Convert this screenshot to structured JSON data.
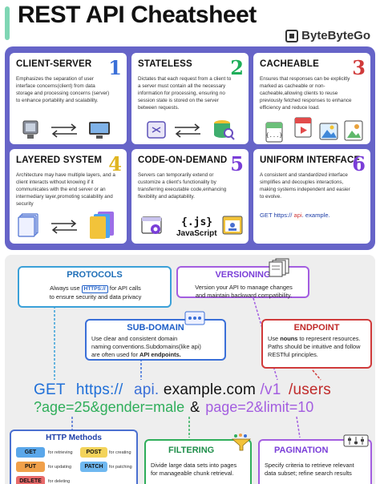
{
  "header": {
    "title": "REST API Cheatsheet",
    "brand": "ByteByteGo"
  },
  "cards": [
    {
      "title": "CLIENT-SERVER",
      "number": "1",
      "color": "#3a6fd8",
      "text": "Emphasizes the separation of user interface concerns(client) from data storage and processing concerns (server) to enhance portability and scalability."
    },
    {
      "title": "STATELESS",
      "number": "2",
      "color": "#1fae5a",
      "text": "Dictates that each request from a client to a server must contain all the necessary information for processing, ensuring no session state is stored on the server between requests."
    },
    {
      "title": "CACHEABLE",
      "number": "3",
      "color": "#d03a3a",
      "text": "Ensures that responses can be explicitly marked as cacheable or non-cacheable,allowing clients to reuse previously fetched responses to enhance efficiency and reduce load."
    },
    {
      "title": "LAYERED SYSTEM",
      "number": "4",
      "color": "#e0b521",
      "text": "Architecture may have multiple layers, and a client interacts without knowing if it communicates with the end server or an intermediary layer,promoting scalability and security"
    },
    {
      "title": "CODE-ON-DEMAND",
      "number": "5",
      "color": "#7a3ed8",
      "text": "Servers can temporarily extend or customize a client's functionality by transferring executable code,enhancing flexibility and adaptability."
    },
    {
      "title": "UNIFORM INTERFACE",
      "number": "6",
      "color": "#7a3ed8",
      "text": "A consistent and standardized interface simplifies and decouples interactions, making systems independent and easier to evolve."
    }
  ],
  "code_demand": {
    "js_badge": "{.js}",
    "js_label": "JavaScript"
  },
  "uniform_example": {
    "prefix": "GET https:// ",
    "api": "api",
    "suffix": ". example."
  },
  "protocols": {
    "title": "PROTOCOLS",
    "line1_pre": "Always use",
    "https_badge": "HTTPS://",
    "line1_post": "for API calls",
    "line2": "to ensure security and data privacy"
  },
  "versioning": {
    "title": "VERSIONING",
    "line1": "Version your API to manage changes",
    "line2": "and maintain backward compatibility."
  },
  "subdomain": {
    "title": "SUB-DOMAIN",
    "line1": "Use clear and consistent domain",
    "line2": "naming conventions.Subdomains(like api)",
    "line3_pre": "are often used for",
    "line3_bold": "API endpoints."
  },
  "endpoint": {
    "title": "ENDPOINT",
    "line1_pre": "Use",
    "line1_bold": "nouns",
    "line1_post": "to represent resources.",
    "line2": "Paths should be intuitive and follow",
    "line3": "RESTful principles."
  },
  "url": {
    "method": "GET",
    "scheme": "https://",
    "sub": "api.",
    "domain": "example.com",
    "version": "/v1",
    "path": "/users",
    "query1": "?age=25&gender=male",
    "amp": "&",
    "query2": "page=2&limit=10"
  },
  "http_methods": {
    "title": "HTTP Methods",
    "items": [
      {
        "label": "GET",
        "note": "for retrieving",
        "color": "#5aa7ea"
      },
      {
        "label": "POST",
        "note": "for creating",
        "color": "#f3d35a"
      },
      {
        "label": "PUT",
        "note": "for updating",
        "color": "#f0a04a"
      },
      {
        "label": "PATCH",
        "note": "for patching",
        "color": "#6fb8f0"
      },
      {
        "label": "DELETE",
        "note": "for deleting",
        "color": "#e86a6a"
      }
    ]
  },
  "filtering": {
    "title": "FILTERING",
    "line1": "Divide large data sets into pages",
    "line2": "for manageable chunk retrieval."
  },
  "pagination": {
    "title": "PAGINATION",
    "line1": "Specify criteria to retrieve relevant",
    "line2": "data subset; refine search results"
  }
}
